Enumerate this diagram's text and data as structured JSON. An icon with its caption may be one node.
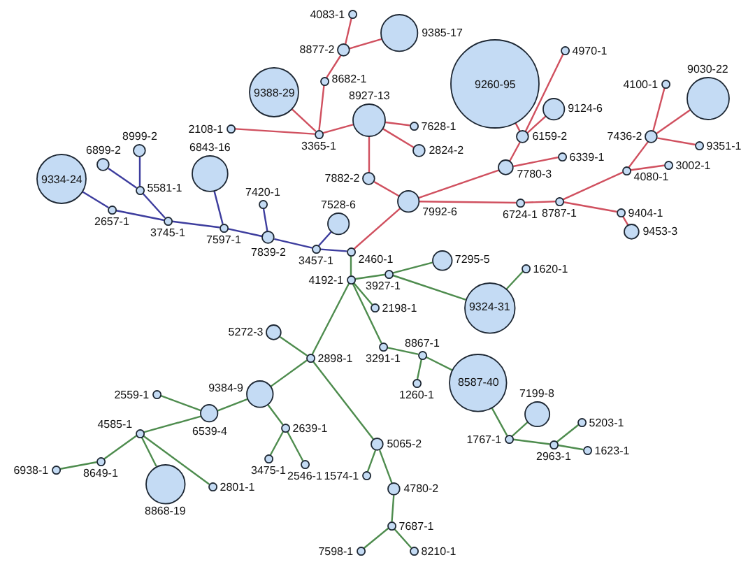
{
  "diagram": {
    "nodes": [
      {
        "text": [
          "2460-1"
        ]
      },
      {
        "text": [
          "7992-6"
        ]
      },
      {
        "text": [
          "7882-2"
        ]
      },
      {
        "text": [
          "8927-13"
        ]
      },
      {
        "text": [
          "7628-1"
        ]
      },
      {
        "text": [
          "2824-2"
        ]
      },
      {
        "text": [
          "3365-1"
        ]
      },
      {
        "text": [
          "2108-1"
        ]
      },
      {
        "text": [
          "9388-29"
        ]
      },
      {
        "text": [
          "8682-1"
        ]
      },
      {
        "text": [
          "8877-2"
        ]
      },
      {
        "text": [
          "4083-1"
        ]
      },
      {
        "text": [
          "9385-17"
        ]
      },
      {
        "text": [
          "7780-3"
        ]
      },
      {
        "text": [
          "6339-1"
        ]
      },
      {
        "text": [
          "6159-2"
        ]
      },
      {
        "text": [
          "9260-95"
        ]
      },
      {
        "text": [
          "9124-6"
        ]
      },
      {
        "text": [
          "4970-1"
        ]
      },
      {
        "text": [
          "6724-1"
        ]
      },
      {
        "text": [
          "8787-1"
        ]
      },
      {
        "text": [
          "9404-1"
        ]
      },
      {
        "text": [
          "9453-3"
        ]
      },
      {
        "text": [
          "4080-1"
        ]
      },
      {
        "text": [
          "3002-1"
        ]
      },
      {
        "text": [
          "7436-2"
        ]
      },
      {
        "text": [
          "4100-1"
        ]
      },
      {
        "text": [
          "9030-22"
        ]
      },
      {
        "text": [
          "9351-1"
        ]
      },
      {
        "text": [
          "3457-1"
        ]
      },
      {
        "text": [
          "7528-6"
        ]
      },
      {
        "text": [
          "7839-2"
        ]
      },
      {
        "text": [
          "7420-1"
        ]
      },
      {
        "text": [
          "7597-1"
        ]
      },
      {
        "text": [
          "6843-16"
        ]
      },
      {
        "text": [
          "3745-1"
        ]
      },
      {
        "text": [
          "5581-1"
        ]
      },
      {
        "text": [
          "6899-2"
        ]
      },
      {
        "text": [
          "8999-2"
        ]
      },
      {
        "text": [
          "2657-1"
        ]
      },
      {
        "text": [
          "9334-24"
        ]
      },
      {
        "text": [
          "4192-1"
        ]
      },
      {
        "text": [
          "3927-1"
        ]
      },
      {
        "text": [
          "7295-5"
        ]
      },
      {
        "text": [
          "9324-31"
        ]
      },
      {
        "text": [
          "1620-1"
        ]
      },
      {
        "text": [
          "2198-1"
        ]
      },
      {
        "text": [
          "3291-1"
        ]
      },
      {
        "text": [
          "8867-1"
        ]
      },
      {
        "text": [
          "1260-1"
        ]
      },
      {
        "text": [
          "8587-40"
        ]
      },
      {
        "text": [
          "1767-1"
        ]
      },
      {
        "text": [
          "7199-8"
        ]
      },
      {
        "text": [
          "2963-1"
        ]
      },
      {
        "text": [
          "5203-1"
        ]
      },
      {
        "text": [
          "1623-1"
        ]
      },
      {
        "text": [
          "2898-1"
        ]
      },
      {
        "text": [
          "5272-3"
        ]
      },
      {
        "text": [
          "9384-9"
        ]
      },
      {
        "text": [
          "2639-1"
        ]
      },
      {
        "text": [
          "3475-1"
        ]
      },
      {
        "text": [
          "2546-1"
        ]
      },
      {
        "text": [
          "6539-4"
        ]
      },
      {
        "text": [
          "2559-1"
        ]
      },
      {
        "text": [
          "4585-1"
        ]
      },
      {
        "text": [
          "8868-19"
        ]
      },
      {
        "text": [
          "2801-1"
        ]
      },
      {
        "text": [
          "8649-1"
        ]
      },
      {
        "text": [
          "6938-1"
        ]
      },
      {
        "text": [
          "5065-2"
        ]
      },
      {
        "text": [
          "1574-1"
        ]
      },
      {
        "text": [
          "4780-2"
        ]
      },
      {
        "text": [
          "7687-1"
        ]
      },
      {
        "text": [
          "7598-1"
        ]
      },
      {
        "text": [
          "8210-1"
        ]
      }
    ],
    "edges": [
      {
        "from": 0,
        "to": 1,
        "arrow": "none",
        "color": "#d0505f"
      },
      {
        "from": 1,
        "to": 2,
        "arrow": "none",
        "color": "#d0505f"
      },
      {
        "from": 2,
        "to": 3,
        "arrow": "none",
        "color": "#d0505f"
      },
      {
        "from": 3,
        "to": 4,
        "arrow": "none",
        "color": "#d0505f"
      },
      {
        "from": 3,
        "to": 5,
        "arrow": "none",
        "color": "#d0505f"
      },
      {
        "from": 3,
        "to": 6,
        "arrow": "none",
        "color": "#d0505f"
      },
      {
        "from": 6,
        "to": 7,
        "arrow": "none",
        "color": "#d0505f"
      },
      {
        "from": 6,
        "to": 8,
        "arrow": "none",
        "color": "#d0505f"
      },
      {
        "from": 6,
        "to": 9,
        "arrow": "none",
        "color": "#d0505f"
      },
      {
        "from": 9,
        "to": 10,
        "arrow": "none",
        "color": "#d0505f"
      },
      {
        "from": 10,
        "to": 11,
        "arrow": "none",
        "color": "#d0505f"
      },
      {
        "from": 10,
        "to": 12,
        "arrow": "none",
        "color": "#d0505f"
      },
      {
        "from": 1,
        "to": 13,
        "arrow": "none",
        "color": "#d0505f"
      },
      {
        "from": 13,
        "to": 14,
        "arrow": "none",
        "color": "#d0505f"
      },
      {
        "from": 13,
        "to": 15,
        "arrow": "none",
        "color": "#d0505f"
      },
      {
        "from": 15,
        "to": 16,
        "arrow": "none",
        "color": "#d0505f"
      },
      {
        "from": 15,
        "to": 17,
        "arrow": "none",
        "color": "#d0505f"
      },
      {
        "from": 15,
        "to": 18,
        "arrow": "none",
        "color": "#d0505f"
      },
      {
        "from": 1,
        "to": 19,
        "arrow": "none",
        "color": "#d0505f"
      },
      {
        "from": 19,
        "to": 20,
        "arrow": "none",
        "color": "#d0505f"
      },
      {
        "from": 20,
        "to": 21,
        "arrow": "none",
        "color": "#d0505f"
      },
      {
        "from": 21,
        "to": 22,
        "arrow": "none",
        "color": "#d0505f"
      },
      {
        "from": 20,
        "to": 23,
        "arrow": "none",
        "color": "#d0505f"
      },
      {
        "from": 23,
        "to": 24,
        "arrow": "none",
        "color": "#d0505f"
      },
      {
        "from": 23,
        "to": 25,
        "arrow": "none",
        "color": "#d0505f"
      },
      {
        "from": 25,
        "to": 26,
        "arrow": "none",
        "color": "#d0505f"
      },
      {
        "from": 25,
        "to": 27,
        "arrow": "none",
        "color": "#d0505f"
      },
      {
        "from": 25,
        "to": 28,
        "arrow": "none",
        "color": "#d0505f"
      },
      {
        "from": 0,
        "to": 29,
        "arrow": "none",
        "color": "#3d3d9e"
      },
      {
        "from": 29,
        "to": 30,
        "arrow": "none",
        "color": "#3d3d9e"
      },
      {
        "from": 29,
        "to": 31,
        "arrow": "none",
        "color": "#3d3d9e"
      },
      {
        "from": 31,
        "to": 32,
        "arrow": "none",
        "color": "#3d3d9e"
      },
      {
        "from": 31,
        "to": 33,
        "arrow": "none",
        "color": "#3d3d9e"
      },
      {
        "from": 33,
        "to": 34,
        "arrow": "none",
        "color": "#3d3d9e"
      },
      {
        "from": 33,
        "to": 35,
        "arrow": "none",
        "color": "#3d3d9e"
      },
      {
        "from": 35,
        "to": 36,
        "arrow": "none",
        "color": "#3d3d9e"
      },
      {
        "from": 36,
        "to": 37,
        "arrow": "none",
        "color": "#3d3d9e"
      },
      {
        "from": 36,
        "to": 38,
        "arrow": "none",
        "color": "#3d3d9e"
      },
      {
        "from": 35,
        "to": 39,
        "arrow": "none",
        "color": "#3d3d9e"
      },
      {
        "from": 39,
        "to": 40,
        "arrow": "none",
        "color": "#3d3d9e"
      },
      {
        "from": 0,
        "to": 41,
        "arrow": "none"
      },
      {
        "from": 41,
        "to": 42,
        "arrow": "none"
      },
      {
        "from": 42,
        "to": 43,
        "arrow": "none"
      },
      {
        "from": 42,
        "to": 44,
        "arrow": "none"
      },
      {
        "from": 44,
        "to": 45,
        "arrow": "none"
      },
      {
        "from": 41,
        "to": 46,
        "arrow": "none"
      },
      {
        "from": 41,
        "to": 47,
        "arrow": "none"
      },
      {
        "from": 47,
        "to": 48,
        "arrow": "none"
      },
      {
        "from": 48,
        "to": 49,
        "arrow": "none"
      },
      {
        "from": 48,
        "to": 50,
        "arrow": "none"
      },
      {
        "from": 50,
        "to": 51,
        "arrow": "none"
      },
      {
        "from": 51,
        "to": 52,
        "arrow": "none"
      },
      {
        "from": 51,
        "to": 53,
        "arrow": "none"
      },
      {
        "from": 53,
        "to": 54,
        "arrow": "none"
      },
      {
        "from": 53,
        "to": 55,
        "arrow": "none"
      },
      {
        "from": 41,
        "to": 56,
        "arrow": "none"
      },
      {
        "from": 56,
        "to": 57,
        "arrow": "none"
      },
      {
        "from": 56,
        "to": 58,
        "arrow": "none"
      },
      {
        "from": 58,
        "to": 59,
        "arrow": "none"
      },
      {
        "from": 59,
        "to": 60,
        "arrow": "none"
      },
      {
        "from": 59,
        "to": 61,
        "arrow": "none"
      },
      {
        "from": 58,
        "to": 62,
        "arrow": "none"
      },
      {
        "from": 62,
        "to": 63,
        "arrow": "none"
      },
      {
        "from": 62,
        "to": 64,
        "arrow": "none"
      },
      {
        "from": 64,
        "to": 65,
        "arrow": "none"
      },
      {
        "from": 64,
        "to": 66,
        "arrow": "none"
      },
      {
        "from": 64,
        "to": 67,
        "arrow": "none"
      },
      {
        "from": 67,
        "to": 68,
        "arrow": "none"
      },
      {
        "from": 56,
        "to": 69,
        "arrow": "none"
      },
      {
        "from": 69,
        "to": 70,
        "arrow": "none"
      },
      {
        "from": 69,
        "to": 71,
        "arrow": "none"
      },
      {
        "from": 71,
        "to": 72,
        "arrow": "none"
      },
      {
        "from": 72,
        "to": 73,
        "arrow": "none"
      },
      {
        "from": 72,
        "to": 74,
        "arrow": "none"
      }
    ]
  }
}
